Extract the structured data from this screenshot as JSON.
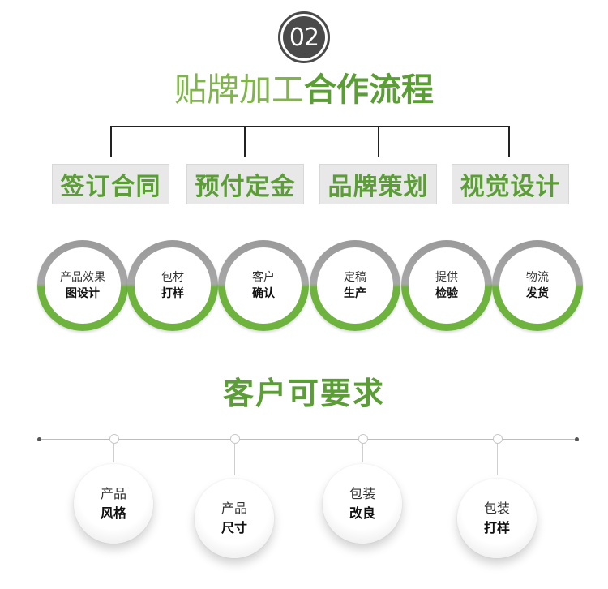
{
  "badge": "02",
  "title": {
    "light": "贴牌加工",
    "bold": "合作流程"
  },
  "steps": [
    "签订合同",
    "预付定金",
    "品牌策划",
    "视觉设计"
  ],
  "process": [
    {
      "line1": "产品效果",
      "line2": "图设计"
    },
    {
      "line1": "包材",
      "line2": "打样"
    },
    {
      "line1": "客户",
      "line2": "确认"
    },
    {
      "line1": "定稿",
      "line2": "生产"
    },
    {
      "line1": "提供",
      "line2": "检验"
    },
    {
      "line1": "物流",
      "line2": "发货"
    }
  ],
  "subtitle": "客户可要求",
  "requirements": [
    {
      "line1": "产品",
      "line2": "风格"
    },
    {
      "line1": "产品",
      "line2": "尺寸"
    },
    {
      "line1": "包装",
      "line2": "改良"
    },
    {
      "line1": "包装",
      "line2": "打样"
    }
  ],
  "colors": {
    "accent": "#5a9e35",
    "accent_light": "#7fb54a",
    "gray": "#9a9a9a"
  }
}
